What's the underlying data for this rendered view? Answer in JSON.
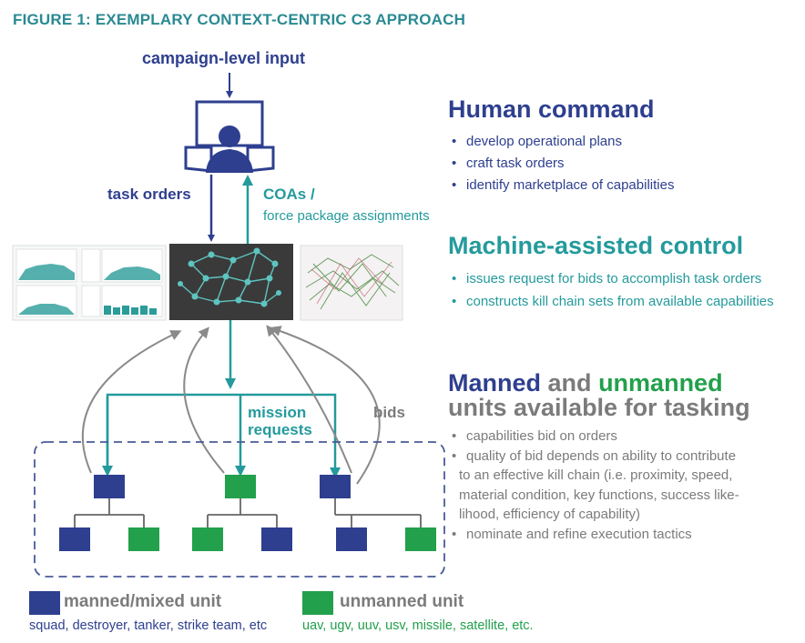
{
  "figure_title": "FIGURE 1: EXEMPLARY CONTEXT-CENTRIC C3 APPROACH",
  "colors": {
    "teal": "#249a9c",
    "navy": "#2e3f8f",
    "gray": "#7b7b7b",
    "manned": "#2e3f8f",
    "unmanned": "#22a04b",
    "dark_panel": "#3a3a3a"
  },
  "diagram": {
    "campaign_input": "campaign-level input",
    "task_orders": "task orders",
    "coas_line1": "COAs /",
    "coas_line2": "force package assignments",
    "mission_line1": "mission",
    "mission_line2": "requests",
    "bids": "bids",
    "icons": [
      "human-operator-icon",
      "dashboard-thumbnail",
      "network-graph-icon",
      "kill-chain-plot-thumbnail"
    ]
  },
  "human_command": {
    "title": "Human command",
    "bullets": [
      "develop operational plans",
      "craft task orders",
      "identify marketplace of capabilities"
    ]
  },
  "machine_control": {
    "title": "Machine-assisted control",
    "bullets": [
      "issues request for bids to accomplish task orders",
      "constructs kill chain sets from available capabilities"
    ]
  },
  "units": {
    "title_word1": "Manned",
    "title_word2": "and",
    "title_word3": "unmanned",
    "title_line2": "units available for tasking",
    "bullet1": "capabilities bid on orders",
    "bullet2_lines": [
      "quality of bid depends on ability to contribute",
      "to an effective kill chain (i.e. proximity, speed,",
      "material condition, key functions, success like-",
      "lihood, efficiency of capability)"
    ],
    "bullet3": "nominate and refine execution tactics"
  },
  "legend": {
    "manned_label": "manned/mixed unit",
    "manned_examples": "squad, destroyer, tanker, strike team, etc",
    "unmanned_label": "unmanned unit",
    "unmanned_examples": "uav, ugv, uuv, usv, missile, satellite, etc."
  }
}
